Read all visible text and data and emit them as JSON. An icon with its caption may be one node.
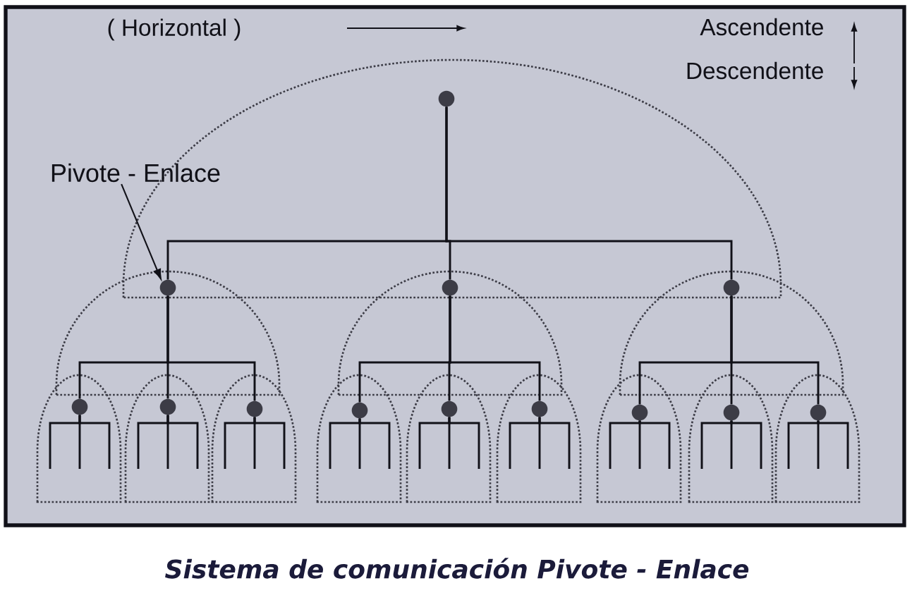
{
  "diagram": {
    "caption": "Sistema de comunicación Pivote - Enlace",
    "nodes": [
      {
        "text": [],
        "shape": "circle"
      },
      {
        "text": [
          "Pivote - Enlace"
        ]
      },
      {
        "text": [],
        "shape": "circle"
      },
      {
        "text": [],
        "shape": "circle"
      },
      {
        "text": [],
        "shape": "circle"
      },
      {
        "text": [],
        "shape": "circle"
      },
      {
        "text": [],
        "shape": "circle"
      },
      {
        "text": [],
        "shape": "circle"
      },
      {
        "text": [],
        "shape": "circle"
      },
      {
        "text": [],
        "shape": "circle"
      },
      {
        "text": [],
        "shape": "circle"
      },
      {
        "text": [],
        "shape": "circle"
      },
      {
        "text": [],
        "shape": "circle"
      },
      {
        "text": [],
        "shape": "circle"
      }
    ],
    "edges": [
      {
        "from": 0,
        "to": 2,
        "arrow": "none"
      },
      {
        "from": 0,
        "to": 3,
        "arrow": "none"
      },
      {
        "from": 0,
        "to": 4,
        "arrow": "none"
      },
      {
        "from": 1,
        "to": 2,
        "arrow": "to"
      },
      {
        "from": 2,
        "to": 5,
        "arrow": "none"
      },
      {
        "from": 2,
        "to": 6,
        "arrow": "none"
      },
      {
        "from": 2,
        "to": 7,
        "arrow": "none"
      },
      {
        "from": 3,
        "to": 8,
        "arrow": "none"
      },
      {
        "from": 3,
        "to": 9,
        "arrow": "none"
      },
      {
        "from": 3,
        "to": 10,
        "arrow": "none"
      },
      {
        "from": 4,
        "to": 11,
        "arrow": "none"
      },
      {
        "from": 4,
        "to": 12,
        "arrow": "none"
      },
      {
        "from": 4,
        "to": 13,
        "arrow": "none"
      },
      {
        "from": 5,
        "to": null,
        "arrow": "none"
      },
      {
        "from": 5,
        "to": null,
        "arrow": "none"
      },
      {
        "from": 5,
        "to": null,
        "arrow": "none"
      },
      {
        "from": 6,
        "to": null,
        "arrow": "none"
      },
      {
        "from": 6,
        "to": null,
        "arrow": "none"
      },
      {
        "from": 6,
        "to": null,
        "arrow": "none"
      },
      {
        "from": 7,
        "to": null,
        "arrow": "none"
      },
      {
        "from": 7,
        "to": null,
        "arrow": "none"
      },
      {
        "from": 7,
        "to": null,
        "arrow": "none"
      },
      {
        "from": 8,
        "to": null,
        "arrow": "none"
      },
      {
        "from": 8,
        "to": null,
        "arrow": "none"
      },
      {
        "from": 8,
        "to": null,
        "arrow": "none"
      },
      {
        "from": 9,
        "to": null,
        "arrow": "none"
      },
      {
        "from": 9,
        "to": null,
        "arrow": "none"
      },
      {
        "from": 9,
        "to": null,
        "arrow": "none"
      },
      {
        "from": 10,
        "to": null,
        "arrow": "none"
      },
      {
        "from": 10,
        "to": null,
        "arrow": "none"
      },
      {
        "from": 10,
        "to": null,
        "arrow": "none"
      },
      {
        "from": 11,
        "to": null,
        "arrow": "none"
      },
      {
        "from": 11,
        "to": null,
        "arrow": "none"
      },
      {
        "from": 11,
        "to": null,
        "arrow": "none"
      },
      {
        "from": 12,
        "to": null,
        "arrow": "none"
      },
      {
        "from": 12,
        "to": null,
        "arrow": "none"
      },
      {
        "from": 12,
        "to": null,
        "arrow": "none"
      },
      {
        "from": 13,
        "to": null,
        "arrow": "none"
      },
      {
        "from": 13,
        "to": null,
        "arrow": "none"
      },
      {
        "from": 13,
        "to": null,
        "arrow": "none"
      }
    ],
    "labels": [
      "( Horizontal )",
      "Ascendente",
      "Descendente"
    ]
  }
}
